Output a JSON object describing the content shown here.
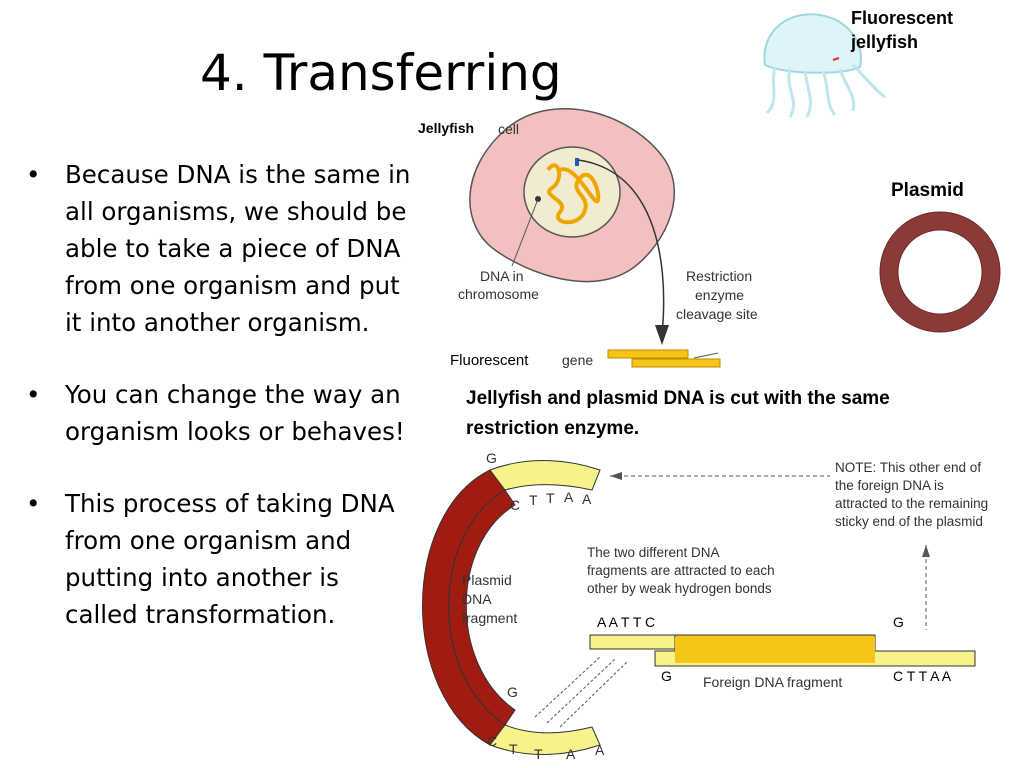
{
  "slide": {
    "title": "4. Transferring",
    "bullets": [
      "Because DNA is the same in all organisms, we should be able to take a piece of DNA from one organism and put it into another organism.",
      "You can change the way an organism looks or behaves!",
      "This process of taking DNA from one organism and putting into another is called transformation."
    ],
    "bullet_symbol": "•"
  },
  "jellyfish_image": {
    "caption_line1": "Fluorescent",
    "caption_line2": "jellyfish"
  },
  "cell_diagram": {
    "label_jellyfish": "Jellyfish",
    "label_cell": "cell",
    "label_dna_line1": "DNA in",
    "label_dna_line2": "chromosome",
    "label_restriction_line1": "Restriction",
    "label_restriction_line2": "enzyme",
    "label_restriction_line3": "cleavage site",
    "label_fluorescent": "Fluorescent",
    "label_gene": "gene"
  },
  "plasmid": {
    "label": "Plasmid",
    "ring_color": "#8b3a3a"
  },
  "caption": "Jellyfish and plasmid DNA is cut with the same restriction enzyme.",
  "ligation_diagram": {
    "top_g": "G",
    "top_seq": [
      "C",
      "T",
      "T",
      "A",
      "A"
    ],
    "bottom_g": "G",
    "bottom_seq": [
      "C",
      "T",
      "T",
      "A",
      "A"
    ],
    "plasmid_label_line1": "Plasmid",
    "plasmid_label_line2": "DNA",
    "plasmid_label_line3": "fragment",
    "note_line1": "NOTE: This other end of",
    "note_line2": "the foreign DNA is",
    "note_line3": "attracted to the remaining",
    "note_line4": "sticky end of the plasmid",
    "attract_line1": "The two different DNA",
    "attract_line2": "fragments are attracted to each",
    "attract_line3": "other by weak hydrogen bonds",
    "foreign_left_top": "A A T T C",
    "foreign_right_top": "G",
    "foreign_left_bottom": "G",
    "foreign_right_bottom": "C T T A A",
    "foreign_label": "Foreign DNA fragment",
    "plasmid_color": "#a01b12",
    "strand_color": "#f7f28a",
    "foreign_color": "#f5c518"
  }
}
